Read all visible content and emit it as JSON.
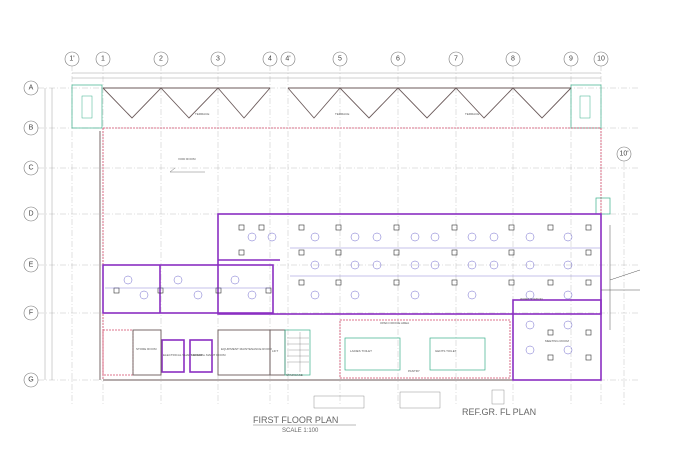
{
  "drawing": {
    "title": "FIRST FLOOR PLAN",
    "scale": "SCALE 1:100",
    "ref_label": "REF.GR. FL PLAN"
  },
  "grid": {
    "columns": [
      "1'",
      "1",
      "2",
      "3",
      "4",
      "4'",
      "5",
      "6",
      "7",
      "8",
      "9",
      "10",
      "10'"
    ],
    "rows": [
      "A",
      "B",
      "C",
      "D",
      "E",
      "F",
      "G"
    ]
  },
  "rooms": {
    "terrace": "TERRACE",
    "void_room": "VOID ROOM",
    "store_room": "STORE ROOM",
    "electrical_room": "ELECTRICAL SHAFT ROOM",
    "general_maintenance": "GENERAL MAINT ROOM",
    "equipment_maintenance": "EQUIPMENT MAINTENANCE ROOM",
    "pantry": "PANTRY",
    "ladies_toilet": "LADIES TOILET",
    "gents_toilet": "GENTS TOILET",
    "lift": "LIFT",
    "staircase": "STAIRCASE",
    "workstation": "WORK STATION",
    "open_office": "OPEN OFFICE AREA",
    "meeting": "MEETING ROOM"
  },
  "colors": {
    "grid": "#9a9a9a",
    "wall": "#6b5a5a",
    "red_wall": "#d24a6a",
    "purple_partition": "#8a2fc2",
    "green_line": "#39b08a",
    "furniture": "#6d66cc"
  }
}
